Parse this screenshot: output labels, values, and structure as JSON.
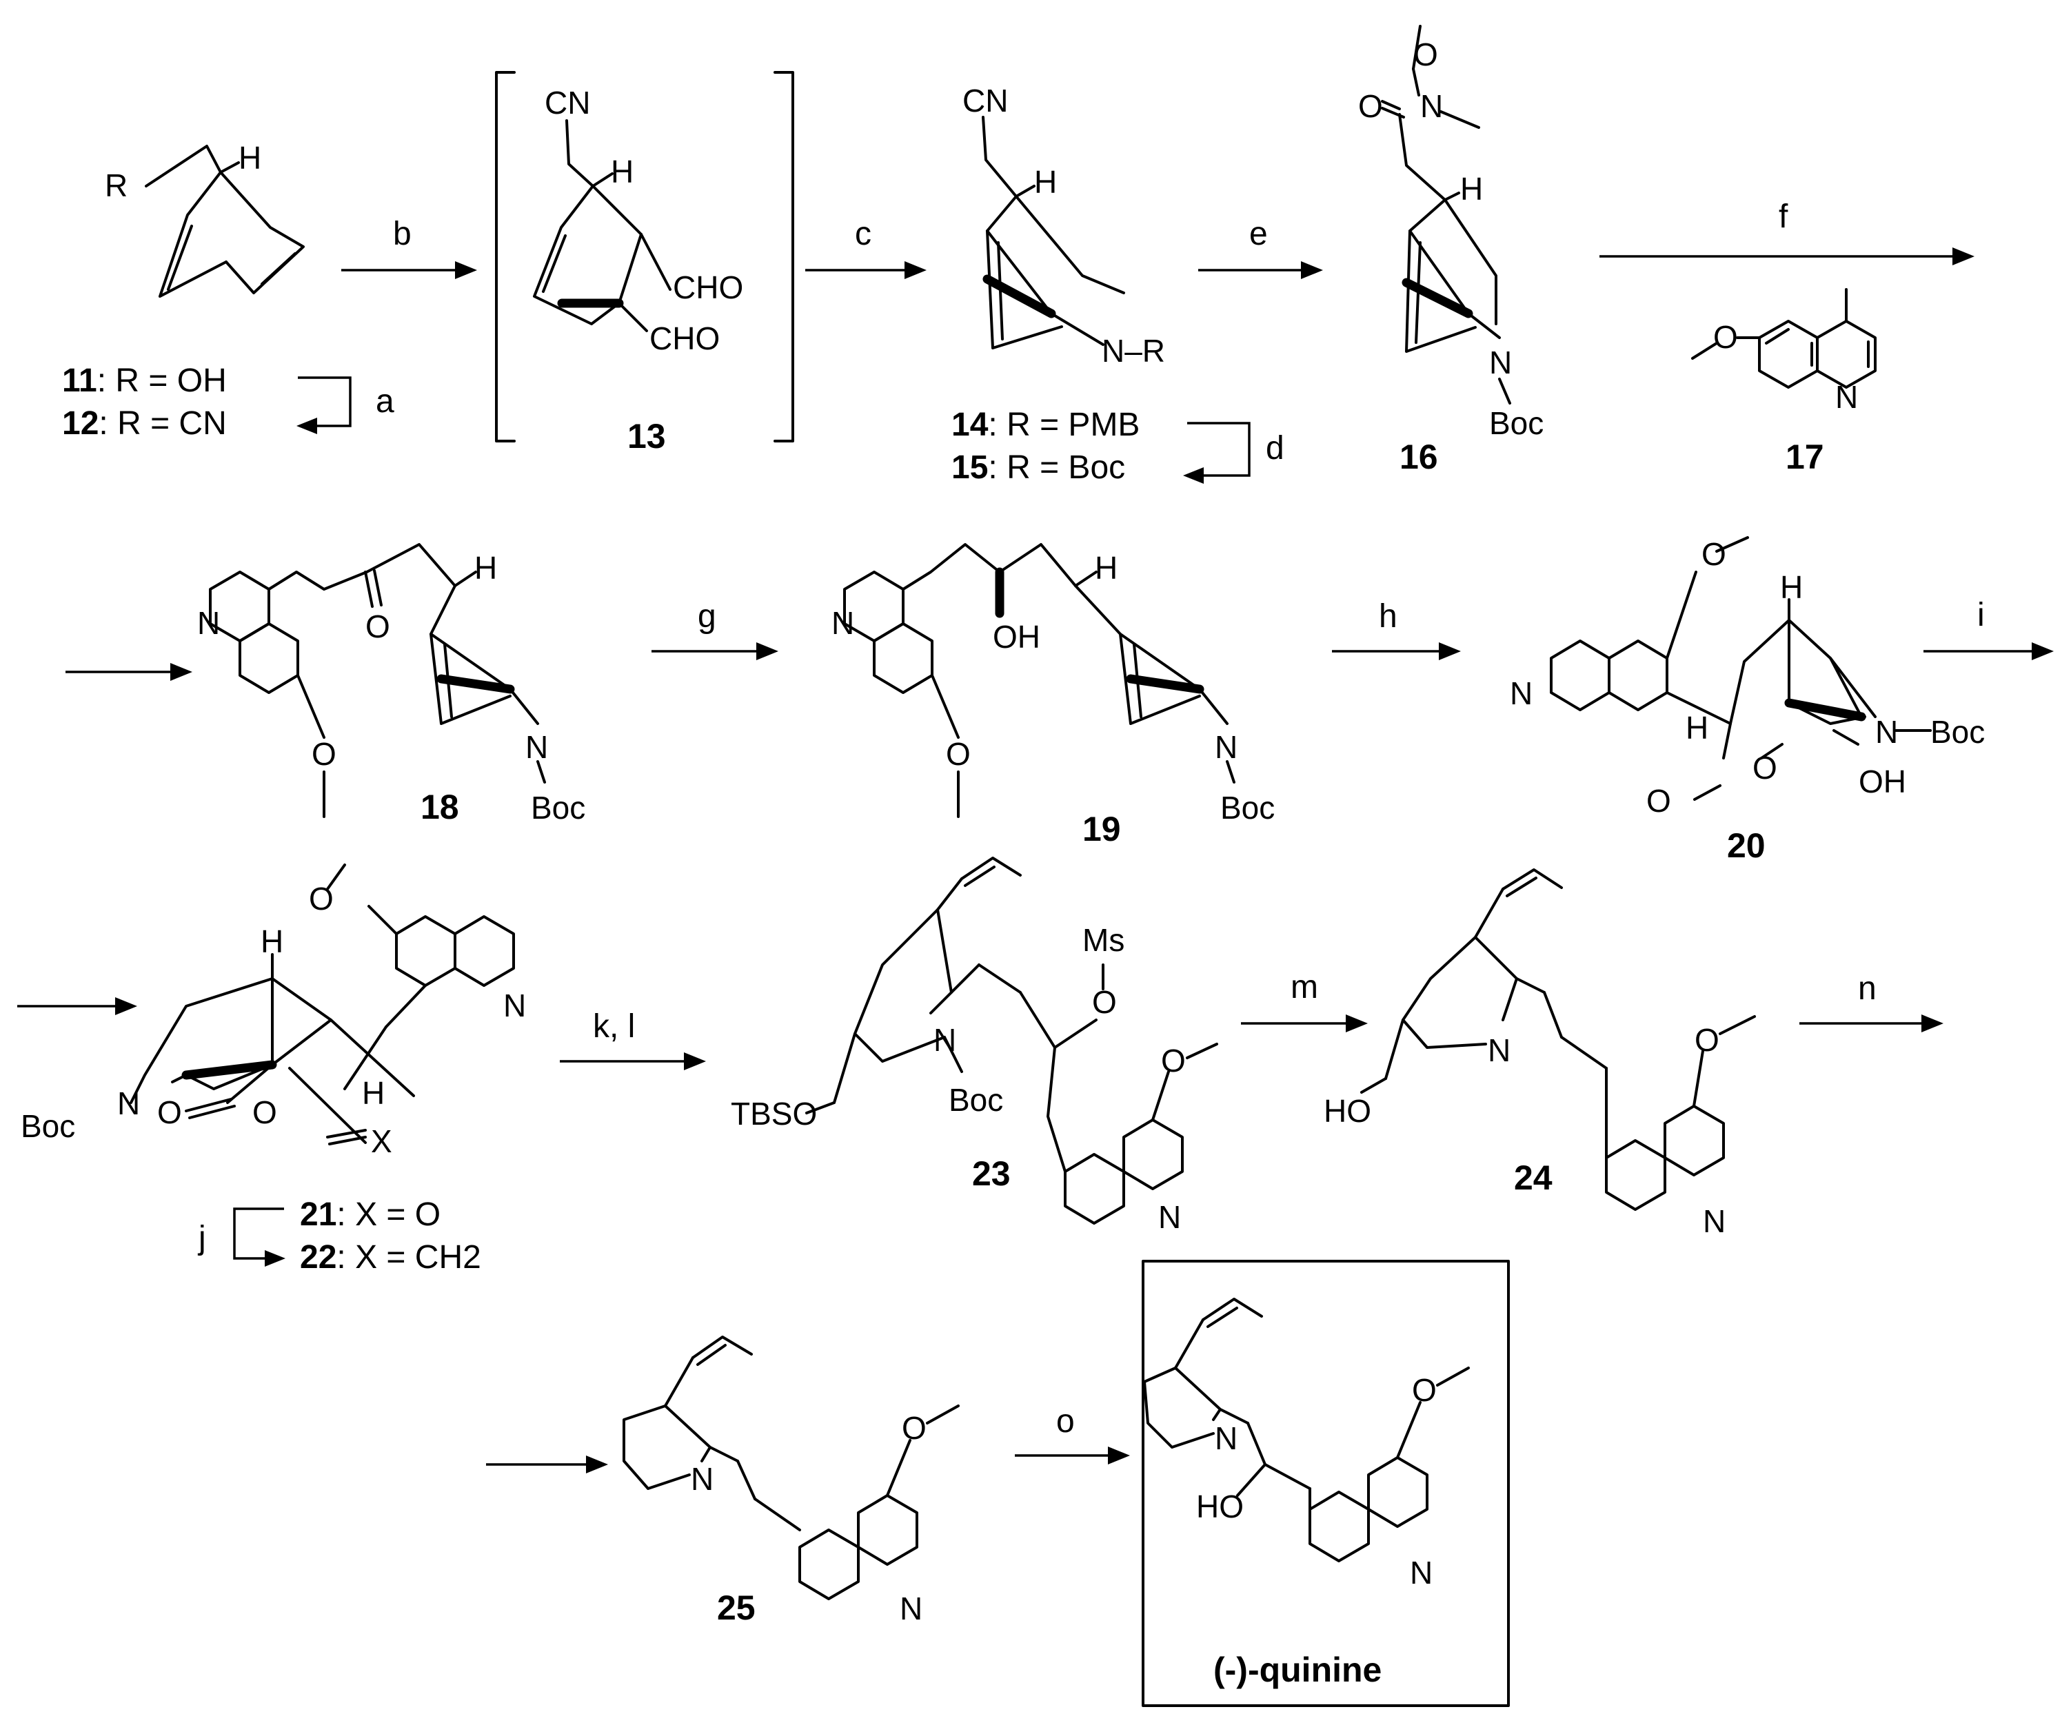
{
  "scheme": {
    "compounds": [
      {
        "id": "c11",
        "number": "11",
        "label_suffix": ": R = OH"
      },
      {
        "id": "c12",
        "number": "12",
        "label_suffix": ": R = CN"
      },
      {
        "id": "c13",
        "number": "13"
      },
      {
        "id": "c14",
        "number": "14",
        "label_suffix": ": R = PMB"
      },
      {
        "id": "c15",
        "number": "15",
        "label_suffix": ": R = Boc"
      },
      {
        "id": "c16",
        "number": "16"
      },
      {
        "id": "c17",
        "number": "17"
      },
      {
        "id": "c18",
        "number": "18"
      },
      {
        "id": "c19",
        "number": "19"
      },
      {
        "id": "c20",
        "number": "20"
      },
      {
        "id": "c21",
        "number": "21",
        "label_suffix": ": X = O"
      },
      {
        "id": "c22",
        "number": "22",
        "label_suffix": ": X = CH2"
      },
      {
        "id": "c23",
        "number": "23"
      },
      {
        "id": "c24",
        "number": "24"
      },
      {
        "id": "c25",
        "number": "25"
      }
    ],
    "reagent_labels": {
      "a": "a",
      "b": "b",
      "c": "c",
      "d": "d",
      "e": "e",
      "f": "f",
      "g": "g",
      "h": "h",
      "i": "i",
      "j": "j",
      "kl": "k, l",
      "m": "m",
      "n": "n",
      "o": "o"
    },
    "atoms": {
      "R": "R",
      "H": "H",
      "CN": "CN",
      "CHO": "CHO",
      "N": "N",
      "O": "O",
      "Boc": "Boc",
      "OH": "OH",
      "HO": "HO",
      "X": "X",
      "Ms": "Ms",
      "TBSO": "TBSO",
      "NR": "N–R"
    },
    "final_product": "(-)-quinine"
  }
}
